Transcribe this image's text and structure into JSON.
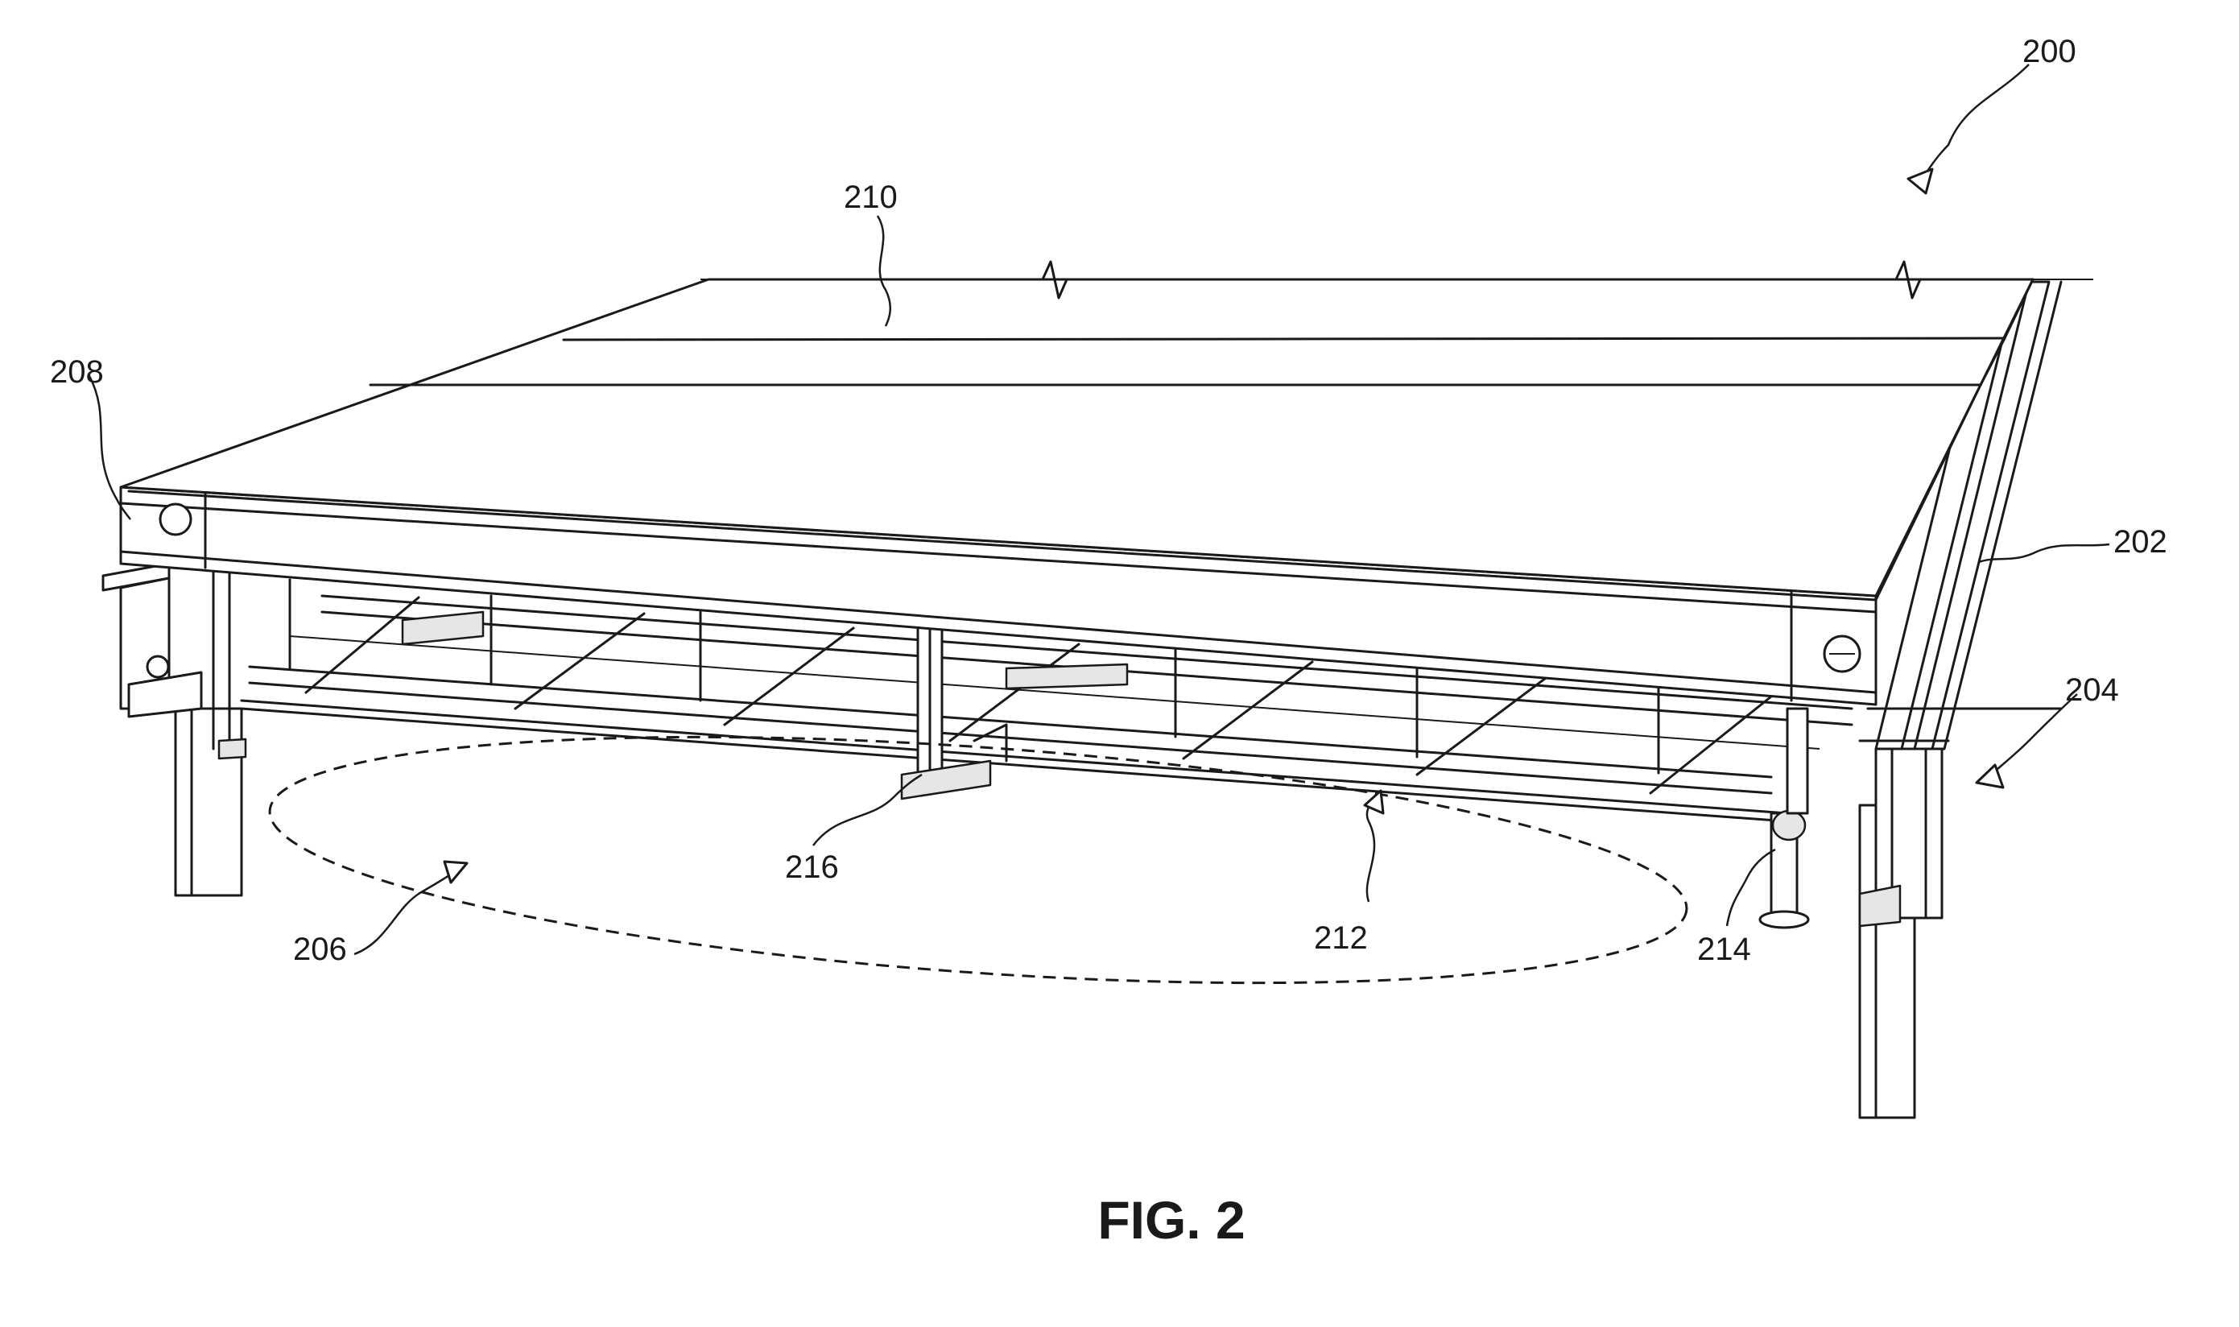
{
  "figure": {
    "caption": "FIG. 2",
    "reference_numerals": {
      "r200": "200",
      "r202": "202",
      "r204": "204",
      "r206": "206",
      "r208": "208",
      "r210": "210",
      "r212": "212",
      "r214": "214",
      "r216": "216"
    }
  }
}
